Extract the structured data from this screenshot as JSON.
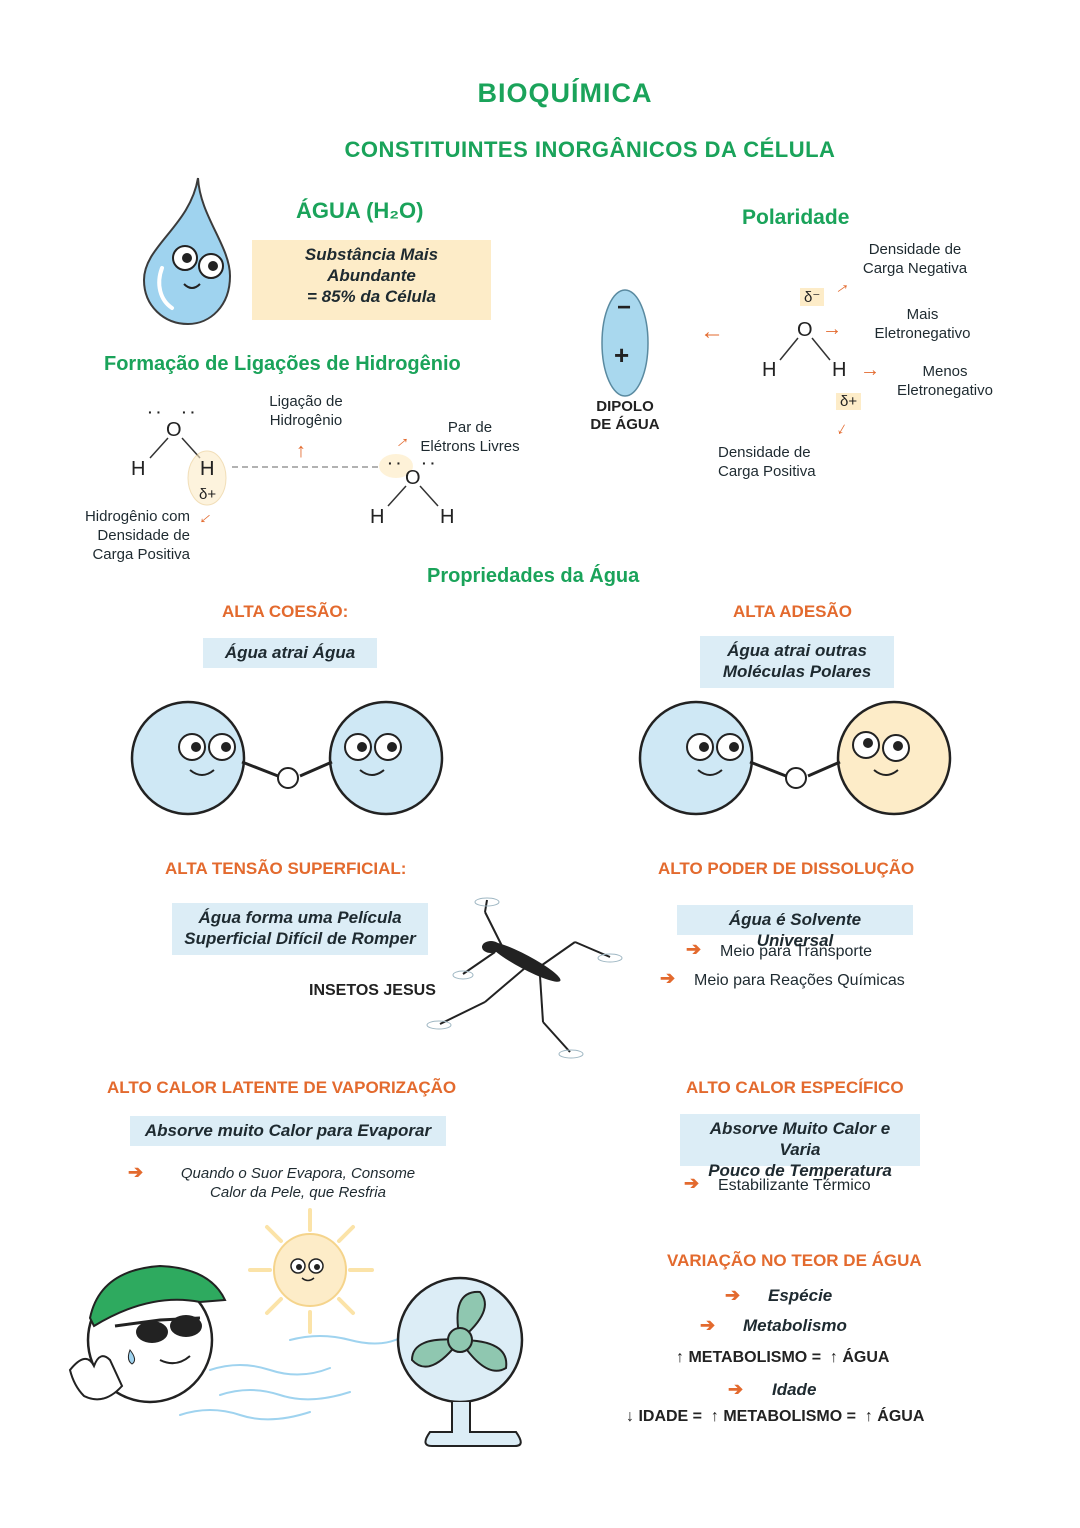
{
  "header": {
    "title": "BIOQUÍMICA",
    "subtitle": "CONSTITUINTES INORGÂNICOS DA CÉLULA"
  },
  "agua": {
    "heading": "ÁGUA (H₂O)",
    "box": "Substância Mais\nAbundante\n= 85% da Célula"
  },
  "polaridade": {
    "heading": "Polaridade",
    "dipole_minus": "−",
    "dipole_plus": "+",
    "dipole_label": "DIPOLO\nDE ÁGUA",
    "delta_minus": "δ⁻",
    "delta_plus": "δ+",
    "atom_o": "O",
    "atom_h": "H",
    "label_neg_density": "Densidade de\nCarga Negativa",
    "label_more_eneg": "Mais\nEletronegativo",
    "label_less_eneg": "Menos\nEletronegativo",
    "label_pos_density": "Densidade de\nCarga Positiva"
  },
  "ligacoes": {
    "heading": "Formação de Ligações de Hidrogênio",
    "label_bond": "Ligação de\nHidrogênio",
    "label_pair": "Par de\nElétrons Livres",
    "label_hydrogen": "Hidrogênio com\nDensidade de\nCarga Positiva",
    "delta_plus": "δ+",
    "atom_o": "O",
    "atom_h": "H",
    "lone_pair": "· ·"
  },
  "propriedades": {
    "heading": "Propriedades da Água",
    "coesao": {
      "title": "ALTA COESÃO:",
      "box": "Água atrai Água"
    },
    "adesao": {
      "title": "ALTA ADESÃO",
      "box": "Água atrai outras\nMoléculas Polares"
    },
    "tensao": {
      "title": "ALTA TENSÃO SUPERFICIAL:",
      "box": "Água forma uma Película\nSuperficial Difícil de Romper",
      "insetos": "INSETOS JESUS"
    },
    "dissolucao": {
      "title": "ALTO PODER DE DISSOLUÇÃO",
      "box": "Água é Solvente Universal",
      "item1": "Meio para Transporte",
      "item2": "Meio para Reações Químicas"
    },
    "vaporizacao": {
      "title": "ALTO CALOR LATENTE DE VAPORIZAÇÃO",
      "box": "Absorve muito Calor para Evaporar",
      "note": "Quando o Suor Evapora, Consome\nCalor da Pele, que Resfria"
    },
    "especifico": {
      "title": "ALTO CALOR ESPECÍFICO",
      "box": "Absorve Muito Calor e Varia\nPouco de Temperatura",
      "item1": "Estabilizante Térmico"
    },
    "variacao": {
      "title": "VARIAÇÃO NO TEOR DE ÁGUA",
      "item1": "Espécie",
      "item2": "Metabolismo",
      "eq1": "↑ METABOLISMO =  ↑ ÁGUA",
      "item3": "Idade",
      "eq2": "↓ IDADE =  ↑ METABOLISMO =  ↑ ÁGUA"
    }
  },
  "arrow_glyph": "➔",
  "colors": {
    "green": "#1aa35a",
    "orange": "#e36a2e",
    "light_blue": "#dcedf6",
    "cream": "#fdecc8",
    "cap_green": "#2eaa5f"
  }
}
